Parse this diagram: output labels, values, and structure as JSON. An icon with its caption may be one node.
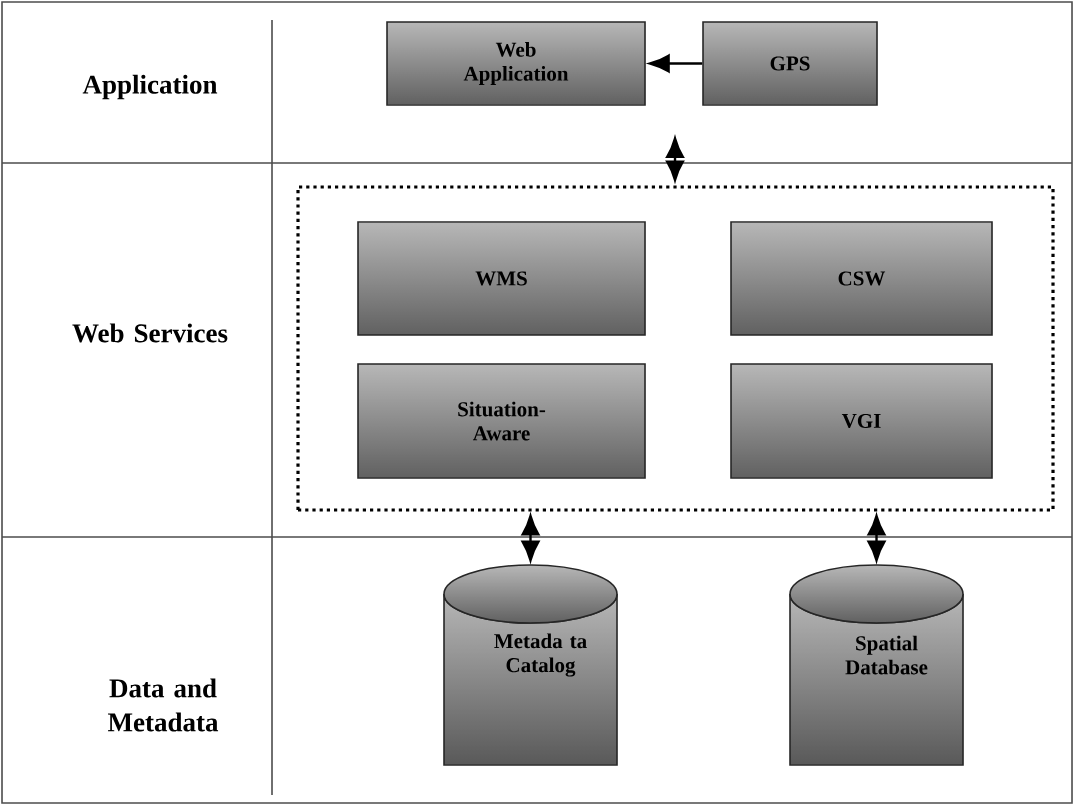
{
  "diagram": {
    "nodes": [
      {
        "text": [
          "Web Application"
        ]
      },
      {
        "text": [
          "GPS"
        ]
      },
      {
        "text": [],
        "shape": "box"
      },
      {
        "text": [
          "WMS"
        ],
        "in": 2
      },
      {
        "text": [
          "CSW"
        ],
        "in": 2
      },
      {
        "text": [
          "Situation- Aware"
        ],
        "in": 2
      },
      {
        "text": [
          "VGI"
        ],
        "in": 2
      },
      {
        "text": [
          "Metada ta Catalog"
        ]
      },
      {
        "text": [
          "Spatial Database"
        ]
      }
    ],
    "edges": [
      {
        "from": 1,
        "to": 0,
        "arrow": "to"
      },
      {
        "from": null,
        "to": 2,
        "arrow": "both"
      },
      {
        "from": 2,
        "to": 7,
        "arrow": "both"
      },
      {
        "from": 2,
        "to": 8,
        "arrow": "both"
      }
    ],
    "labels": [
      "Application",
      "Web Services",
      "Data and Metadata"
    ]
  }
}
